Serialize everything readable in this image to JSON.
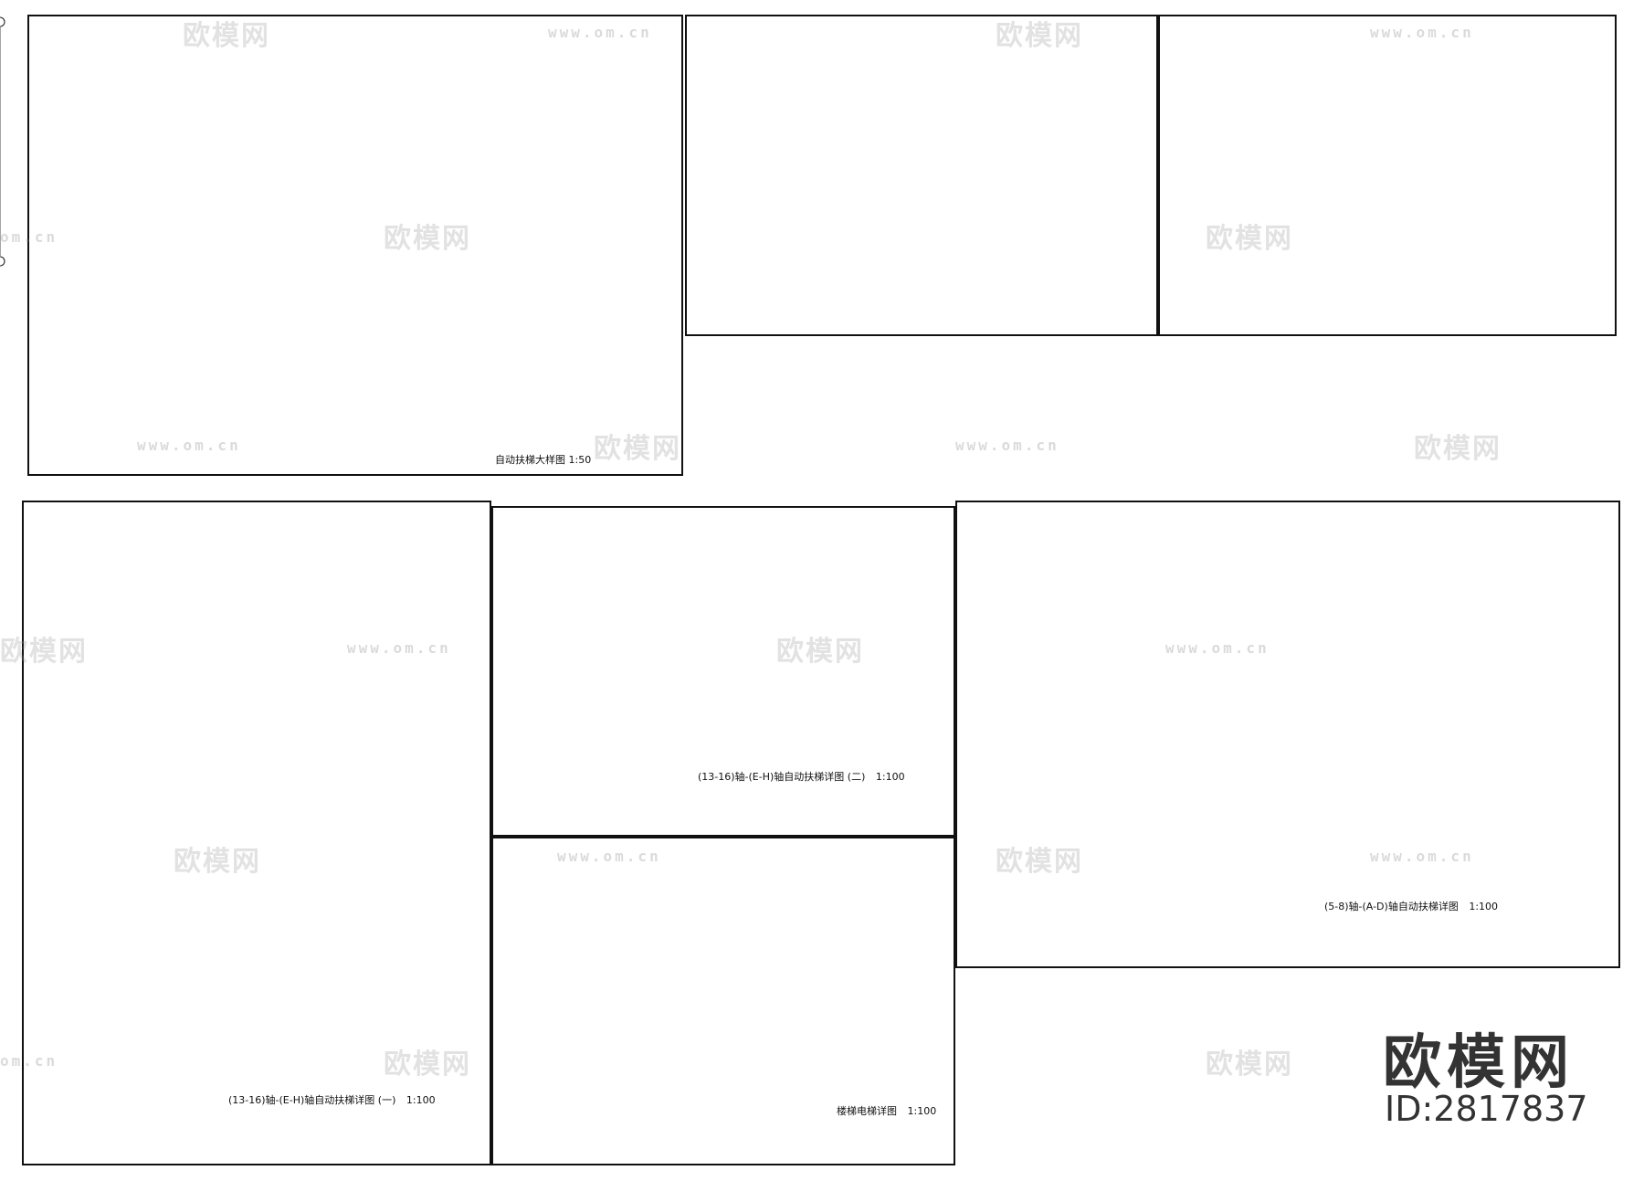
{
  "watermark": {
    "brand": "欧模网",
    "url": "www.om.cn",
    "url_short": "om.cn"
  },
  "logo": {
    "brand": "欧模网",
    "id_label": "ID:2817837"
  },
  "sheets": {
    "sheet1": {
      "title": "自动扶梯大样图 1:50"
    },
    "sheet4": {
      "title": "(13-16)轴-(E-H)轴自动扶梯详图 (一)",
      "scale": "1:100"
    },
    "sheet5": {
      "title": "(13-16)轴-(E-H)轴自动扶梯详图 (二)",
      "scale": "1:100"
    },
    "sheet6": {
      "title": "楼梯电梯详图",
      "scale": "1:100"
    },
    "sheet7": {
      "title": "(5-8)轴-(A-D)轴自动扶梯详图",
      "scale": "1:100"
    }
  }
}
